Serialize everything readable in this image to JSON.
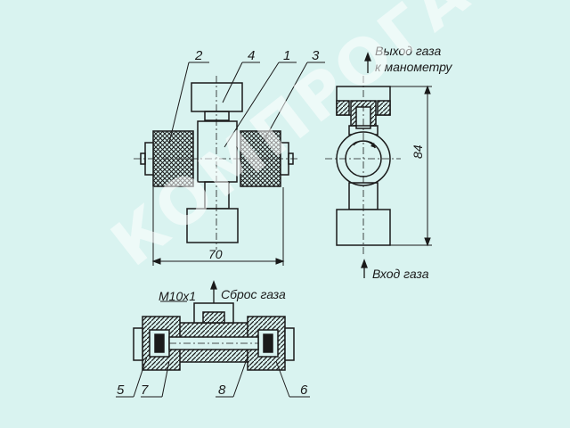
{
  "colors": {
    "background": "#d9f3f0",
    "line": "#1a1a1a"
  },
  "callouts": {
    "n1": "1",
    "n2": "2",
    "n3": "3",
    "n4": "4",
    "n5": "5",
    "n6": "6",
    "n7": "7",
    "n8": "8"
  },
  "annotations": {
    "gas_outlet": "Выход газа",
    "to_manometer": "к манометру",
    "gas_inlet": "Вход газа",
    "gas_release": "Сброс газа",
    "thread": "M10x1"
  },
  "dimensions": {
    "width": "70",
    "height": "84"
  },
  "watermark": "КОМПРОГАЗ"
}
